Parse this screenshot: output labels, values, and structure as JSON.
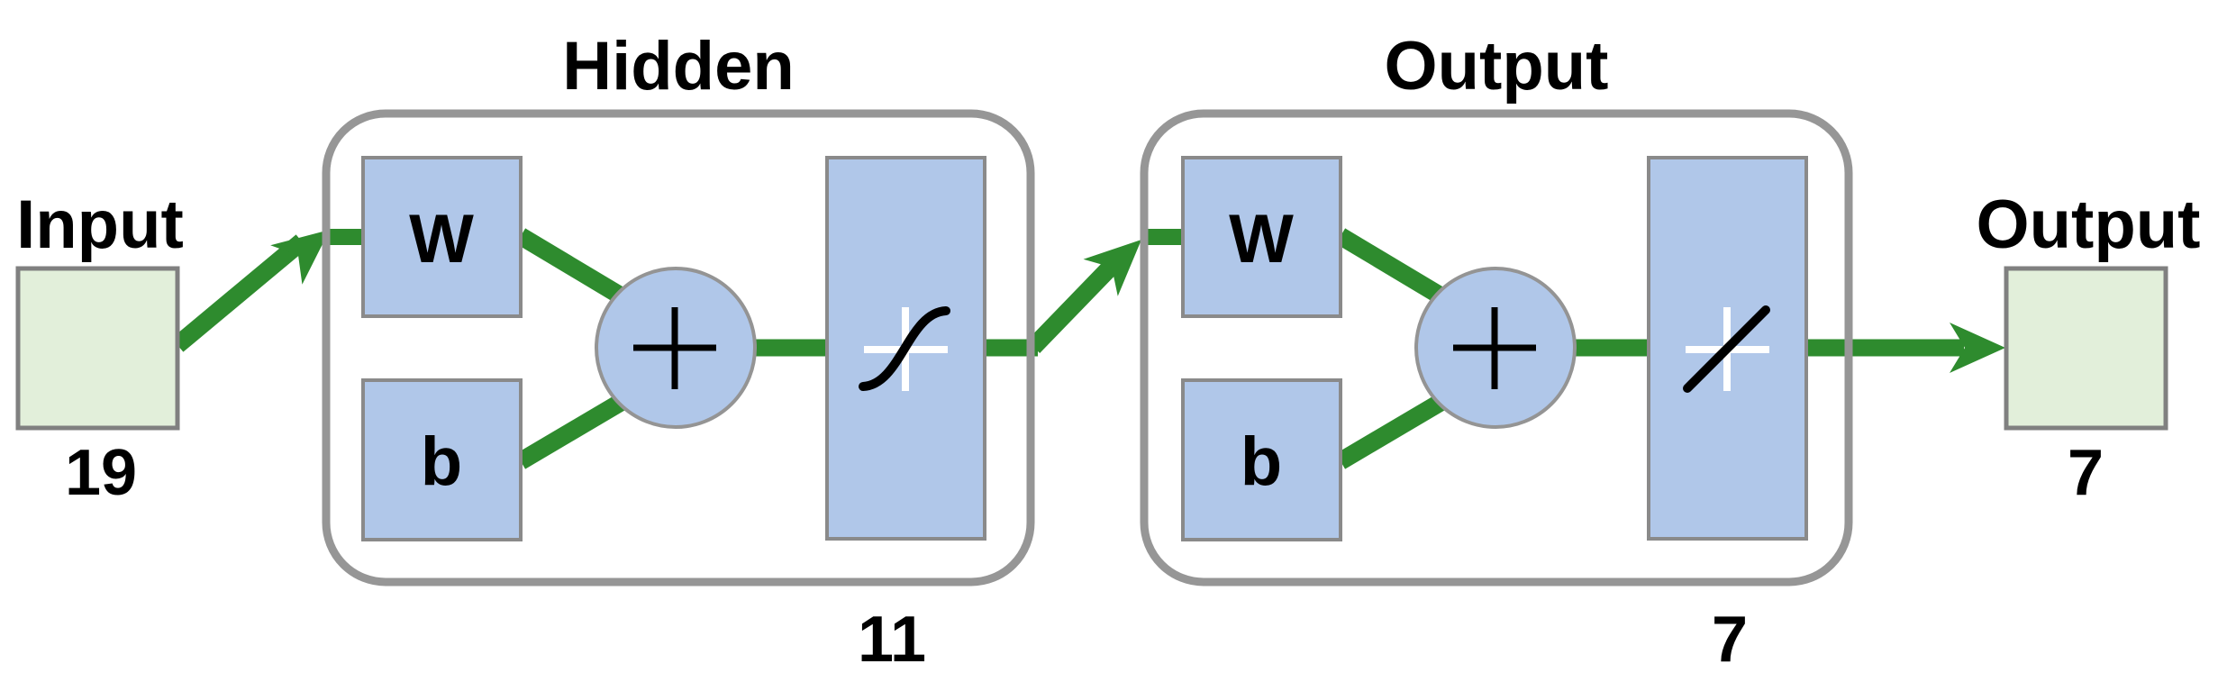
{
  "colors": {
    "green": "#2e8b2e",
    "block_blue": "#b0c7e9",
    "io_green": "#e2efda",
    "border_gray": "#969696"
  },
  "input": {
    "label": "Input",
    "size": "19"
  },
  "hidden_layer": {
    "title": "Hidden",
    "weight": "W",
    "bias": "b",
    "sum_icon": "plus-sum-junction",
    "transfer_icon": "tansig-s-curve",
    "size": "11"
  },
  "output_layer": {
    "title": "Output",
    "weight": "W",
    "bias": "b",
    "sum_icon": "plus-sum-junction",
    "transfer_icon": "purelin-linear-line",
    "size": "7"
  },
  "output": {
    "label": "Output",
    "size": "7"
  }
}
